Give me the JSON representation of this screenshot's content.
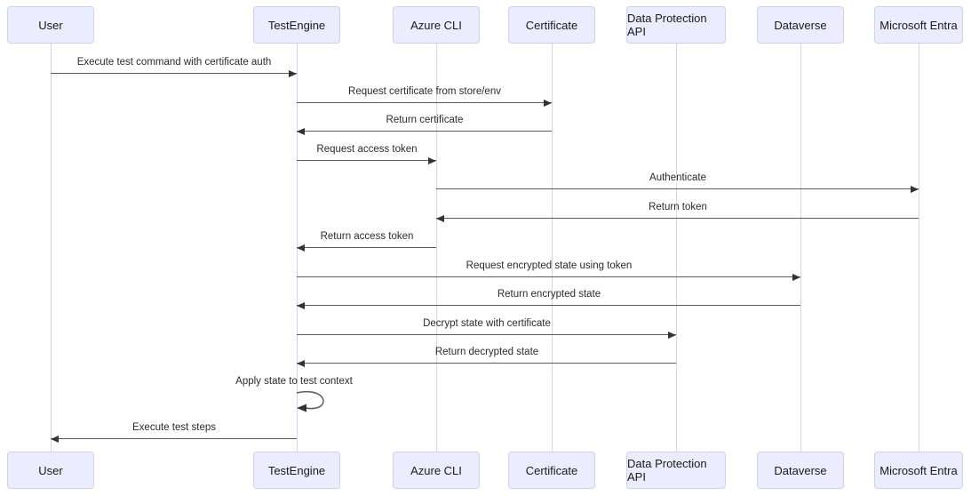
{
  "diagram": {
    "type": "sequence",
    "participants": [
      {
        "name": "User"
      },
      {
        "name": "TestEngine"
      },
      {
        "name": "Azure CLI"
      },
      {
        "name": "Certificate"
      },
      {
        "name": "Data Protection API"
      },
      {
        "name": "Dataverse"
      },
      {
        "name": "Microsoft Entra"
      }
    ],
    "messages": [
      {
        "from": "User",
        "to": "TestEngine",
        "label": "Execute test command with certificate auth",
        "style": "solid-arrow"
      },
      {
        "from": "TestEngine",
        "to": "Certificate",
        "label": "Request certificate from store/env",
        "style": "solid-arrow"
      },
      {
        "from": "Certificate",
        "to": "TestEngine",
        "label": "Return certificate",
        "style": "solid-arrow"
      },
      {
        "from": "TestEngine",
        "to": "Azure CLI",
        "label": "Request access token",
        "style": "solid-arrow"
      },
      {
        "from": "Azure CLI",
        "to": "Microsoft Entra",
        "label": "Authenticate",
        "style": "solid-arrow"
      },
      {
        "from": "Microsoft Entra",
        "to": "Azure CLI",
        "label": "Return token",
        "style": "solid-arrow"
      },
      {
        "from": "Azure CLI",
        "to": "TestEngine",
        "label": "Return access token",
        "style": "solid-arrow"
      },
      {
        "from": "TestEngine",
        "to": "Dataverse",
        "label": "Request encrypted state using token",
        "style": "solid-arrow"
      },
      {
        "from": "Dataverse",
        "to": "TestEngine",
        "label": "Return encrypted state",
        "style": "solid-arrow"
      },
      {
        "from": "TestEngine",
        "to": "Data Protection API",
        "label": "Decrypt state with certificate",
        "style": "solid-arrow"
      },
      {
        "from": "Data Protection API",
        "to": "TestEngine",
        "label": "Return decrypted state",
        "style": "solid-arrow"
      },
      {
        "from": "TestEngine",
        "to": "TestEngine",
        "label": "Apply state to test context",
        "style": "self-loop"
      },
      {
        "from": "TestEngine",
        "to": "User",
        "label": "Execute test steps",
        "style": "solid-arrow"
      }
    ],
    "colors": {
      "actor_fill": "#ECECFF",
      "actor_border": "#d3cdef",
      "lifeline": "#d9d4ec",
      "arrow_line": "#5c5c5c",
      "arrowhead": "#333333",
      "text": "#222222"
    }
  }
}
